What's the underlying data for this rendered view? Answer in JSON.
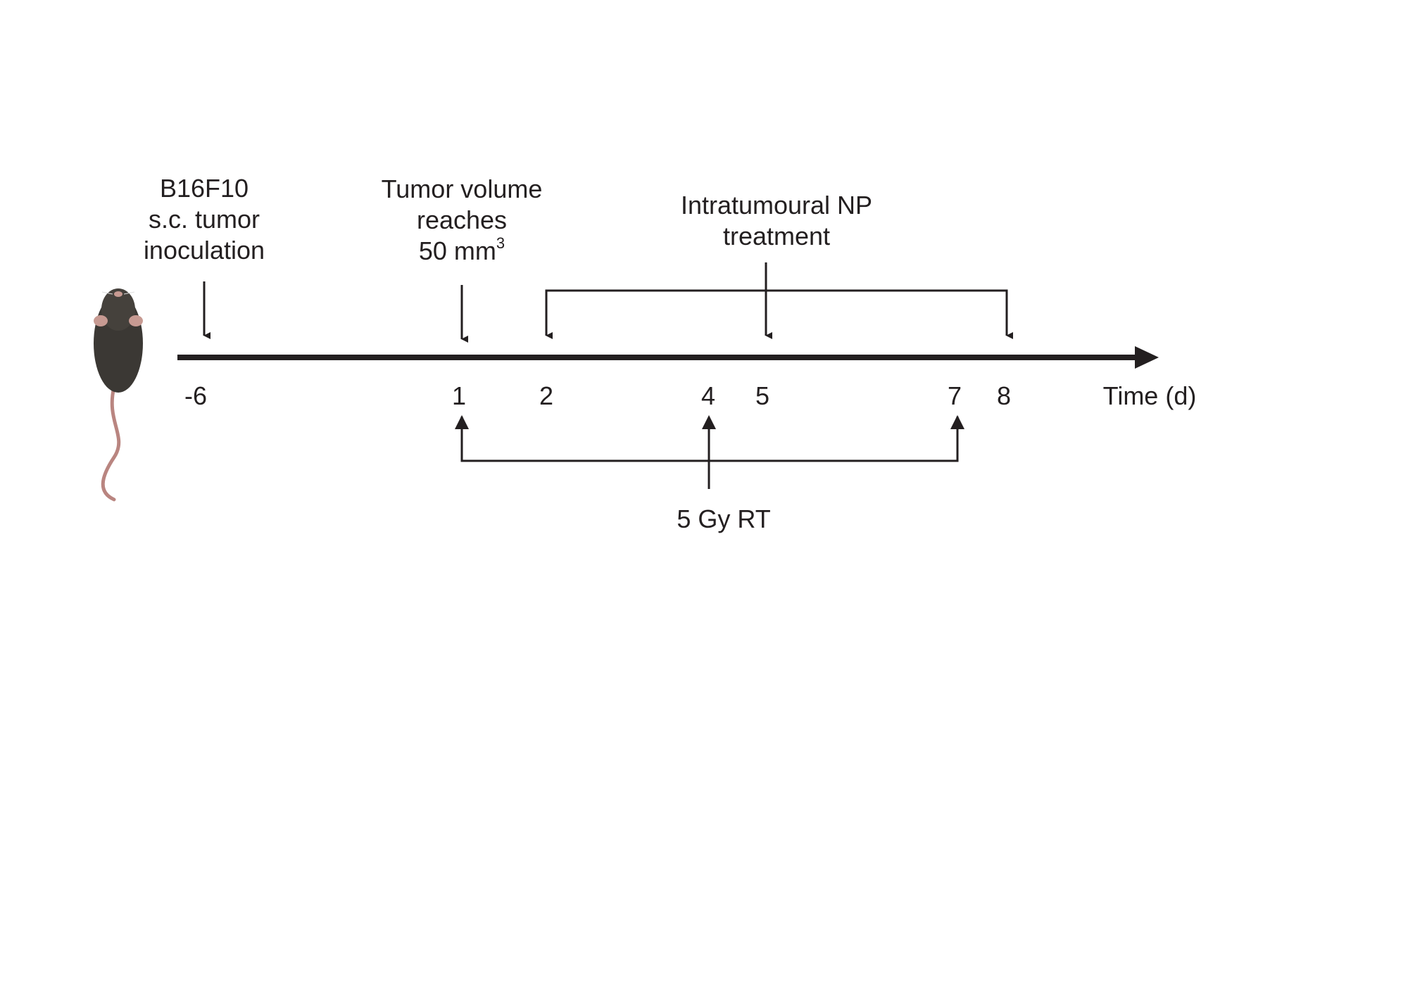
{
  "events": {
    "inoculation": [
      "B16F10",
      "s.c. tumor",
      "inoculation"
    ],
    "volume": [
      "Tumor volume",
      "reaches",
      "50 mm",
      "3"
    ],
    "np_treatment": [
      "Intratumoural NP",
      "treatment"
    ],
    "radiotherapy": "5 Gy RT"
  },
  "axis": {
    "ticks": [
      "-6",
      "1",
      "2",
      "4",
      "5",
      "7",
      "8"
    ],
    "label": "Time (d)"
  },
  "colors": {
    "line": "#231f20",
    "mouse_body": "#3b3834",
    "mouse_tail": "#b98580"
  }
}
